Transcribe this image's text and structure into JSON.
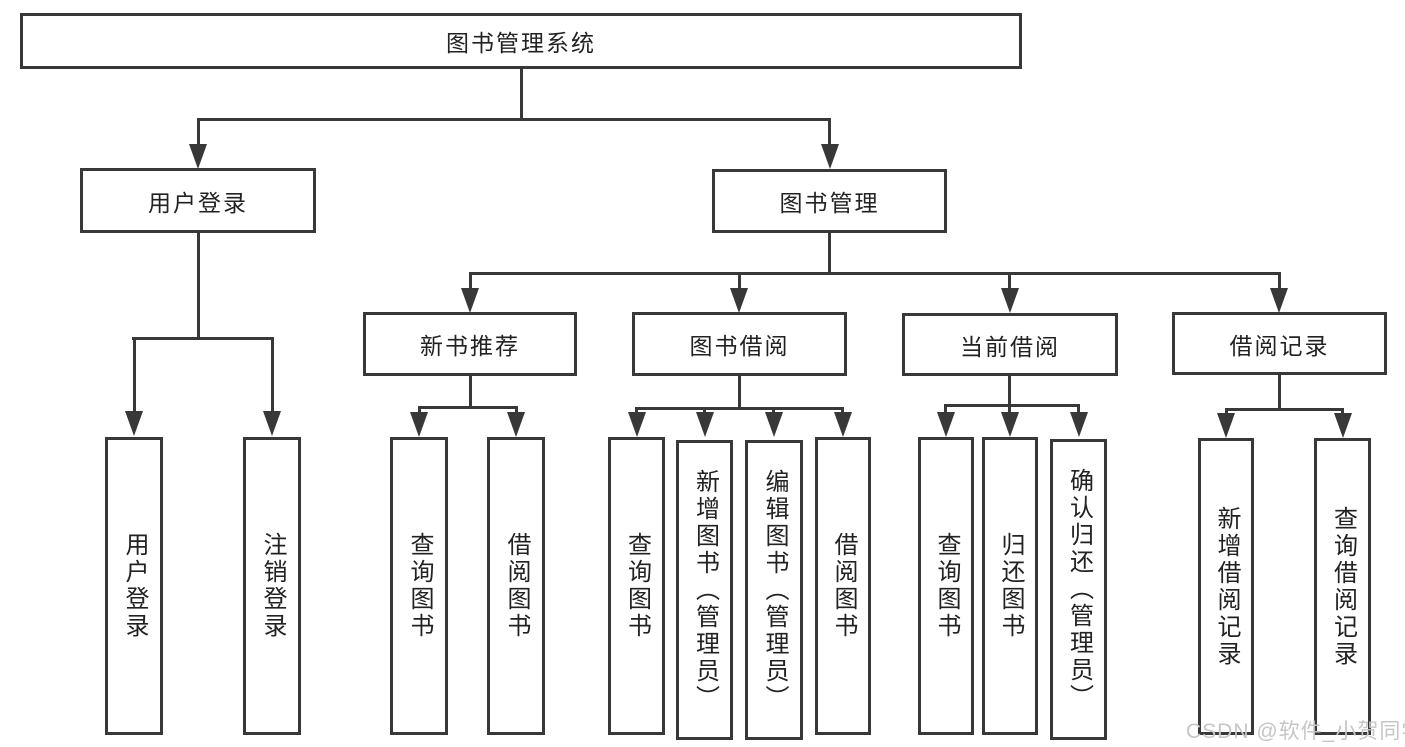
{
  "diagram": {
    "type": "tree",
    "root": {
      "label": "图书管理系统"
    },
    "level2": [
      {
        "label": "用户登录",
        "children": [
          {
            "label": "用户登录"
          },
          {
            "label": "注销登录"
          }
        ]
      },
      {
        "label": "图书管理",
        "children": [
          {
            "label": "新书推荐",
            "children": [
              {
                "label": "查询图书"
              },
              {
                "label": "借阅图书"
              }
            ]
          },
          {
            "label": "图书借阅",
            "children": [
              {
                "label": "查询图书"
              },
              {
                "label": "新增图书（管理员）"
              },
              {
                "label": "编辑图书（管理员）"
              },
              {
                "label": "借阅图书"
              }
            ]
          },
          {
            "label": "当前借阅",
            "children": [
              {
                "label": "查询图书"
              },
              {
                "label": "归还图书"
              },
              {
                "label": "确认归还（管理员）"
              }
            ]
          },
          {
            "label": "借阅记录",
            "children": [
              {
                "label": "新增借阅记录"
              },
              {
                "label": "查询借阅记录"
              }
            ]
          }
        ]
      }
    ]
  },
  "watermark": {
    "text": "CSDN @软件_小贺同学"
  },
  "colors": {
    "line": "#383838",
    "text": "#222222",
    "watermark": "#c6c6c6",
    "background": "#ffffff"
  }
}
